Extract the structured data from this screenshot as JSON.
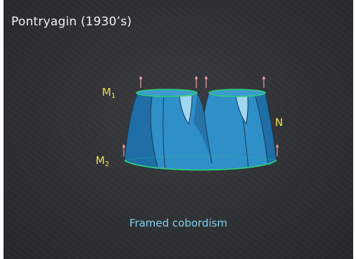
{
  "slide": {
    "title": "Pontryagin (1930’s)",
    "caption": "Framed cobordism"
  },
  "labels": {
    "m1": "M",
    "m1_sub": "1",
    "m2": "M",
    "m2_sub": "2",
    "n": "N"
  },
  "colors": {
    "background": "#2e3033",
    "surface_main": "#2f8fc8",
    "surface_dark": "#1f6ea6",
    "surface_light": "#5fb6e6",
    "boundary": "#2fcf7a",
    "frame_arrows": "#f0a0a8",
    "label_yellow": "#f4e24a",
    "caption": "#7fd0f0"
  }
}
